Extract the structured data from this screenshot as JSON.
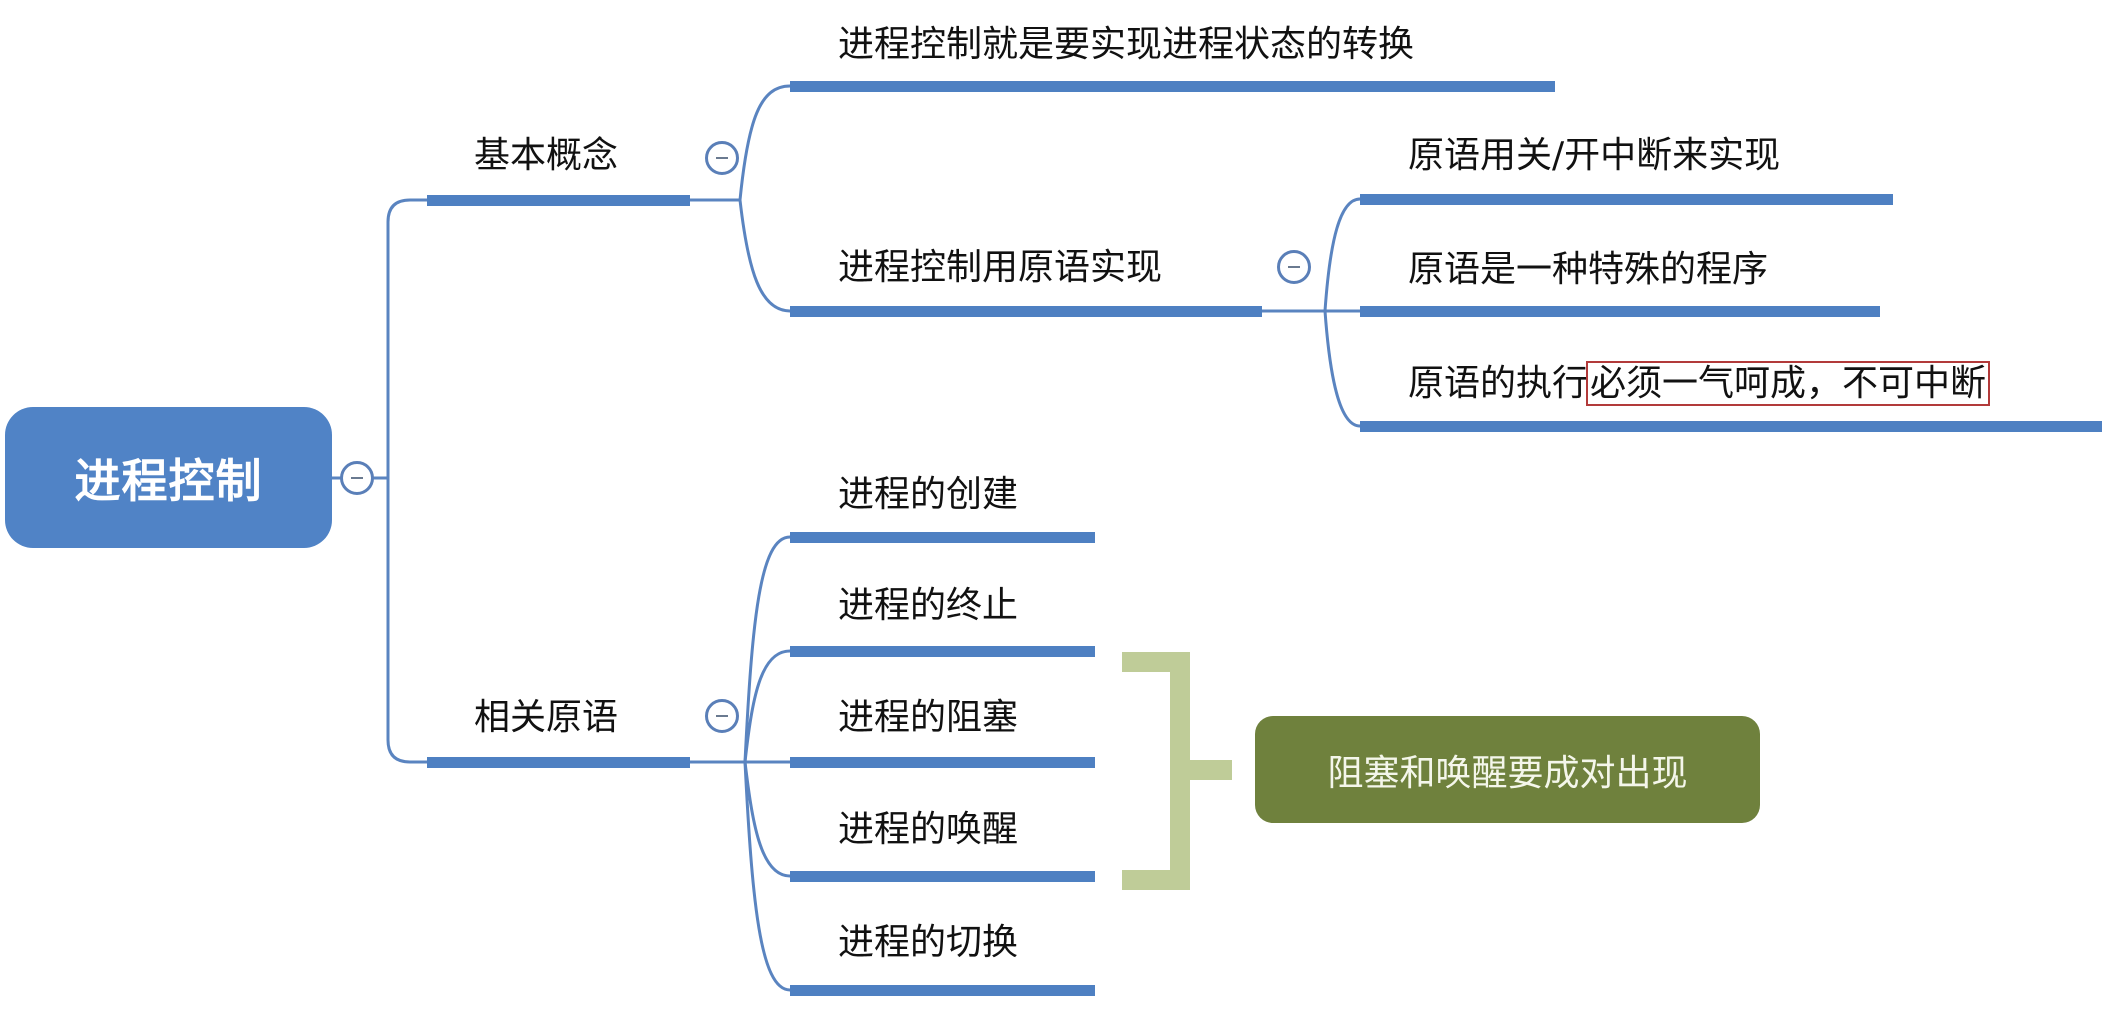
{
  "mindmap": {
    "root": {
      "label": "进程控制",
      "collapsed": false
    },
    "branches": [
      {
        "label": "基本概念",
        "collapsed": false,
        "children": [
          {
            "label": "进程控制就是要实现进程状态的转换"
          },
          {
            "label": "进程控制用原语实现",
            "collapsed": false,
            "children": [
              {
                "label": "原语用关/开中断来实现"
              },
              {
                "label": "原语是一种特殊的程序"
              },
              {
                "label_plain": "原语的执行",
                "label_highlighted": "必须一气呵成，不可中断"
              }
            ]
          }
        ]
      },
      {
        "label": "相关原语",
        "collapsed": false,
        "children": [
          {
            "label": "进程的创建"
          },
          {
            "label": "进程的终止"
          },
          {
            "label": "进程的阻塞"
          },
          {
            "label": "进程的唤醒"
          },
          {
            "label": "进程的切换"
          }
        ]
      }
    ],
    "summary": {
      "label": "阻塞和唤醒要成对出现",
      "covers": [
        "进程的阻塞",
        "进程的唤醒"
      ]
    }
  },
  "colors": {
    "root_fill": "#5083c6",
    "branch_line": "#4e80c2",
    "summary_fill": "#6f813d",
    "summary_bracket": "#bfcc98",
    "highlight_border": "#b23a3a"
  }
}
